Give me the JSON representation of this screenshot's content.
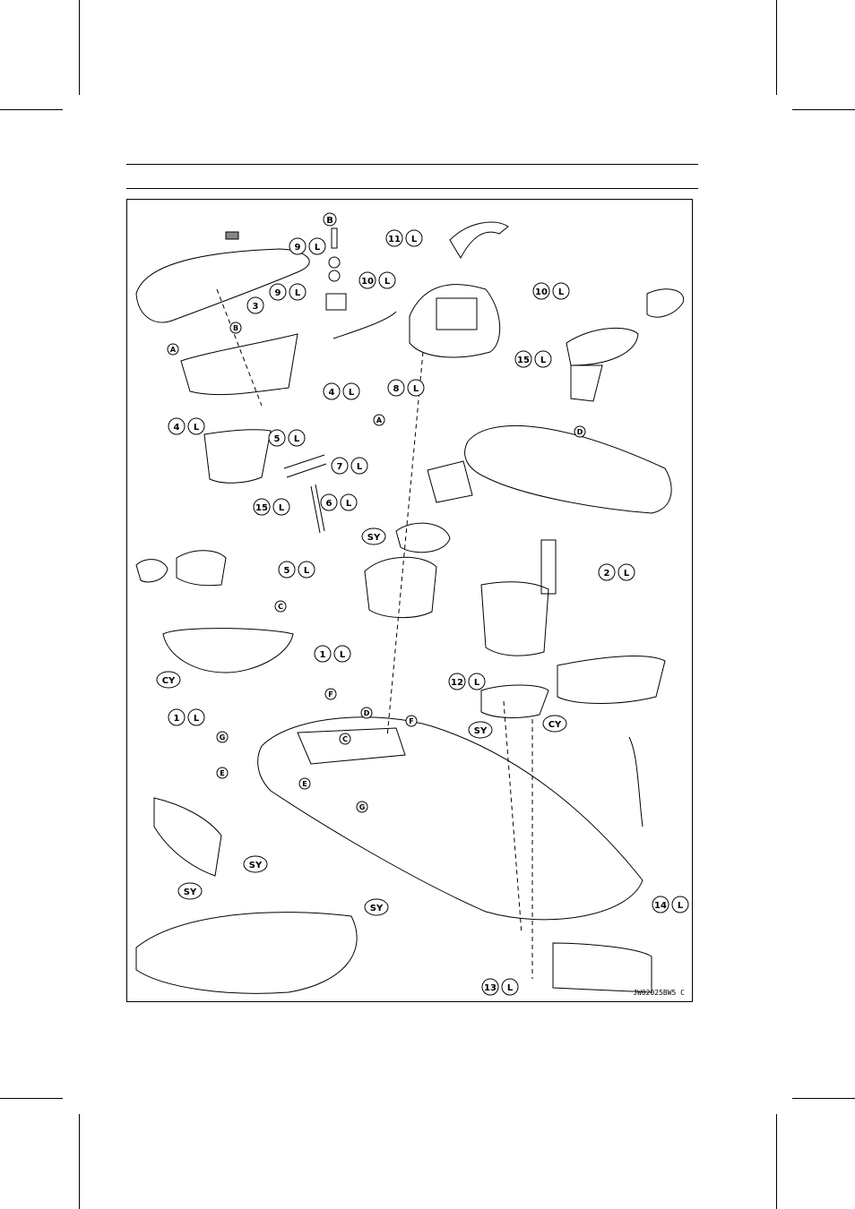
{
  "figure": {
    "code": "JW02025BW5 C",
    "callouts": [
      {
        "id": "c-b-top",
        "number": "",
        "suffix": "B"
      },
      {
        "id": "c-11",
        "number": "11",
        "suffix": "L"
      },
      {
        "id": "c-9a",
        "number": "9",
        "suffix": "L"
      },
      {
        "id": "c-9b",
        "number": "9",
        "suffix": "L"
      },
      {
        "id": "c-3",
        "number": "3",
        "suffix": ""
      },
      {
        "id": "c-10a",
        "number": "10",
        "suffix": "L"
      },
      {
        "id": "c-10b",
        "number": "10",
        "suffix": "L"
      },
      {
        "id": "c-15a",
        "number": "15",
        "suffix": "L"
      },
      {
        "id": "c-4a",
        "number": "4",
        "suffix": "L"
      },
      {
        "id": "c-4b",
        "number": "4",
        "suffix": "L"
      },
      {
        "id": "c-8",
        "number": "8",
        "suffix": "L"
      },
      {
        "id": "c-5a",
        "number": "5",
        "suffix": "L"
      },
      {
        "id": "c-7",
        "number": "7",
        "suffix": "L"
      },
      {
        "id": "c-6",
        "number": "6",
        "suffix": "L"
      },
      {
        "id": "c-15b",
        "number": "15",
        "suffix": "L"
      },
      {
        "id": "c-5b",
        "number": "5",
        "suffix": "L"
      },
      {
        "id": "c-2",
        "number": "2",
        "suffix": "L"
      },
      {
        "id": "c-1a",
        "number": "1",
        "suffix": "L"
      },
      {
        "id": "c-1b",
        "number": "1",
        "suffix": "L"
      },
      {
        "id": "c-12",
        "number": "12",
        "suffix": "L"
      },
      {
        "id": "c-14",
        "number": "14",
        "suffix": "L"
      },
      {
        "id": "c-13",
        "number": "13",
        "suffix": "L"
      },
      {
        "id": "c-sy1",
        "number": "",
        "suffix": "SY"
      },
      {
        "id": "c-sy2",
        "number": "",
        "suffix": "SY"
      },
      {
        "id": "c-sy3",
        "number": "",
        "suffix": "SY"
      },
      {
        "id": "c-sy4",
        "number": "",
        "suffix": "SY"
      },
      {
        "id": "c-sy5",
        "number": "",
        "suffix": "SY"
      },
      {
        "id": "c-cy1",
        "number": "",
        "suffix": "CY"
      },
      {
        "id": "c-cy2",
        "number": "",
        "suffix": "CY"
      }
    ],
    "letters": [
      "A",
      "B",
      "A",
      "C",
      "D",
      "D",
      "F",
      "C",
      "E",
      "G",
      "E",
      "F",
      "G"
    ]
  }
}
